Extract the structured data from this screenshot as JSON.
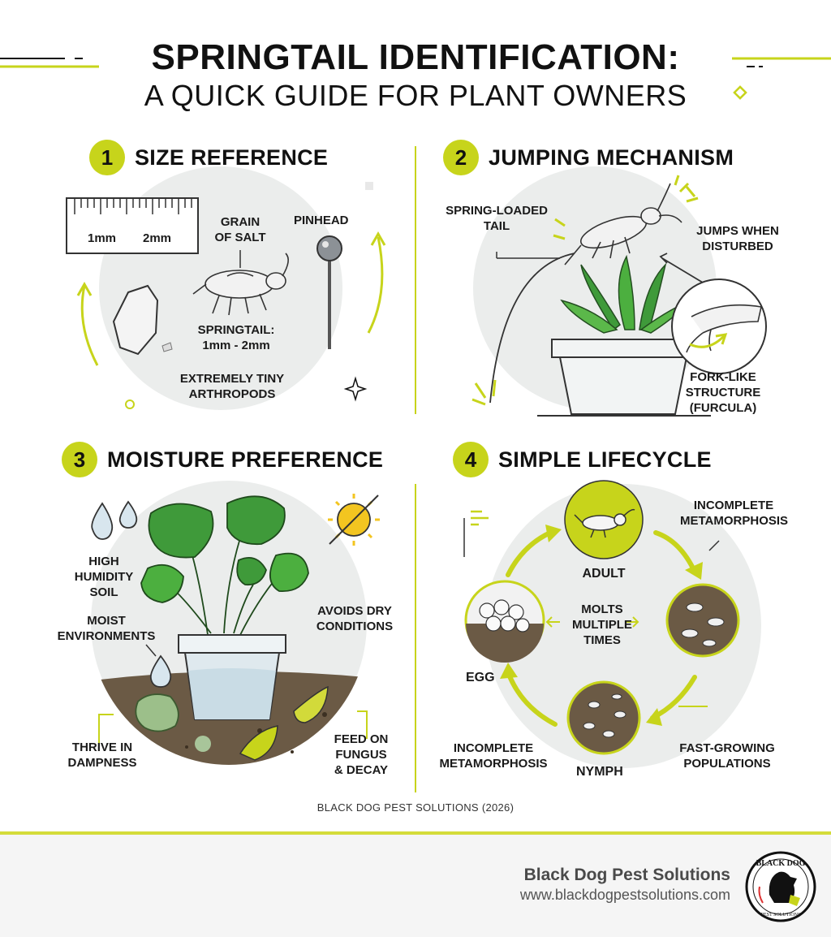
{
  "header": {
    "title": "SPRINGTAIL IDENTIFICATION:",
    "subtitle": "A QUICK GUIDE FOR PLANT OWNERS"
  },
  "sections": [
    {
      "number": "1",
      "title": "SIZE REFERENCE",
      "labels": {
        "ruler_1": "1mm",
        "ruler_2": "2mm",
        "salt": "GRAIN\nOF SALT",
        "pinhead": "PINHEAD",
        "springtail": "SPRINGTAIL:\n1mm - 2mm",
        "tiny": "EXTREMELY TINY\nARTHROPODS"
      }
    },
    {
      "number": "2",
      "title": "JUMPING MECHANISM",
      "labels": {
        "tail": "SPRING-LOADED\nTAIL",
        "jumps": "JUMPS WHEN\nDISTURBED",
        "fork": "FORK-LIKE\nSTRUCTURE\n(FURCULA)"
      }
    },
    {
      "number": "3",
      "title": "MOISTURE PREFERENCE",
      "labels": {
        "humidity": "HIGH\nHUMIDITY\nSOIL",
        "moist": "MOIST\nENVIRONMENTS",
        "avoids": "AVOIDS DRY\nCONDITIONS",
        "thrive": "THRIVE IN\nDAMPNESS",
        "feed": "FEED ON\nFUNGUS\n& DECAY"
      }
    },
    {
      "number": "4",
      "title": "SIMPLE LIFECYCLE",
      "labels": {
        "adult": "ADULT",
        "incomplete_top": "INCOMPLETE\nMETAMORPHOSIS",
        "molts": "MOLTS\nMULTIPLE\nTIMES",
        "egg": "EGG",
        "incomplete_bottom": "INCOMPLETE\nMETAMORPHOSIS",
        "nymph": "NYMPH",
        "fast": "FAST-GROWING\nPOPULATIONS"
      }
    }
  ],
  "credit": "BLACK DOG PEST SOLUTIONS (2026)",
  "footer": {
    "brand": "Black Dog Pest Solutions",
    "url": "www.blackdogpestsolutions.com",
    "logo_text": "BLACK DOG PEST SOLUTIONS"
  },
  "colors": {
    "accent": "#c7d41b",
    "circle": "#ebedec",
    "soil": "#6b5a45",
    "leaf": "#3f9a3a"
  }
}
